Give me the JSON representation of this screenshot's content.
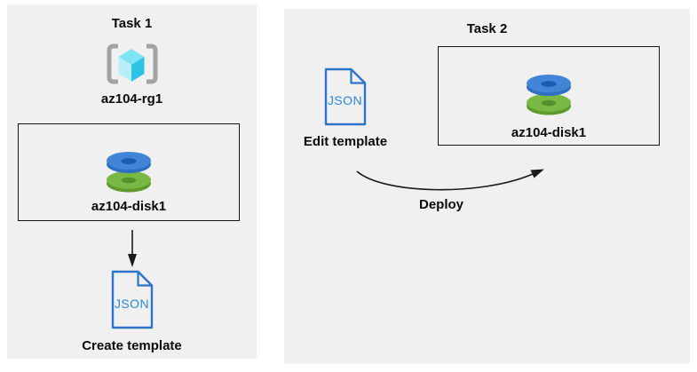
{
  "task1": {
    "title": "Task 1",
    "resource_group_label": "az104-rg1",
    "disk_label": "az104-disk1",
    "json_icon_text": "JSON",
    "action_label": "Create template"
  },
  "task2": {
    "title": "Task 2",
    "disk_label": "az104-disk1",
    "json_icon_text": "JSON",
    "edit_label": "Edit template",
    "deploy_label": "Deploy"
  },
  "icons": {
    "resource_group": "resource-group-icon",
    "managed_disk": "managed-disk-icon",
    "json_file": "json-file-icon",
    "down_arrow": "down-arrow-icon",
    "deploy_arrow": "deploy-arrow-icon"
  },
  "colors": {
    "panel_background": "#f0f0f0",
    "page_background": "#ffffff",
    "box_border": "#141414",
    "text": "#0a0a0a",
    "arrow": "#1a1a1a",
    "json_icon_outline": "#2e74c8",
    "json_icon_text": "#2d87d4",
    "bracket_gray": "#a2a2a2",
    "cube_top": "#7ee3f3",
    "cube_left": "#b6eff8",
    "cube_right": "#2cc2e3",
    "disk_blue_top": "#4285d6",
    "disk_blue_side": "#2e6fc1",
    "disk_blue_hole": "#1e5cb3",
    "disk_green_top": "#79b843",
    "disk_green_side": "#5f9a2d",
    "disk_green_hole": "#55902c"
  }
}
